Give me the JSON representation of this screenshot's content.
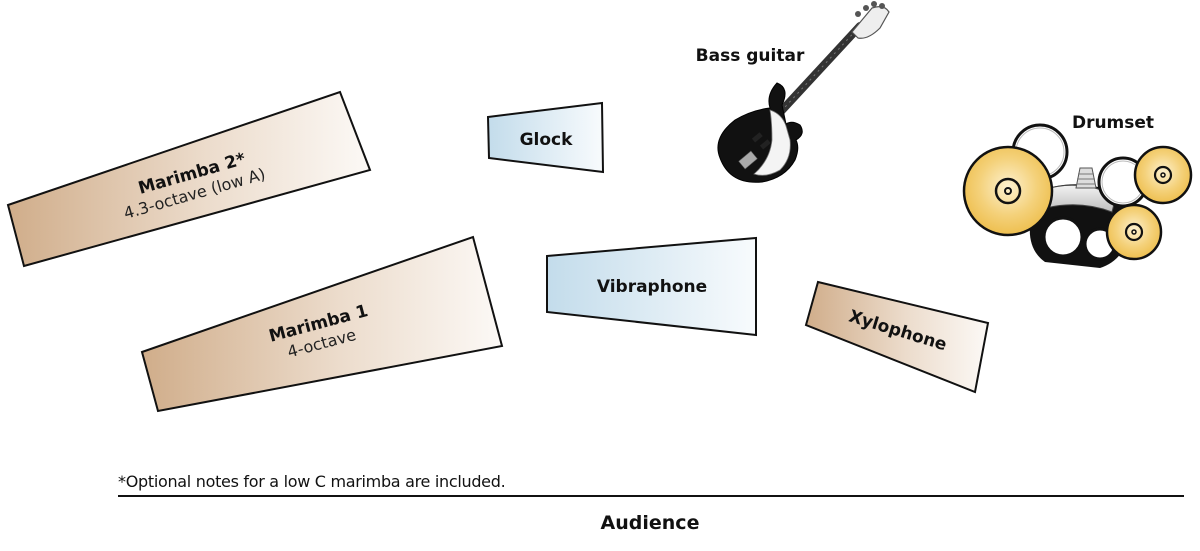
{
  "title": "Ensemble stage setup",
  "instruments": {
    "marimba2": {
      "name": "Marimba 2*",
      "detail": "4.3-octave (low A)"
    },
    "marimba1": {
      "name": "Marimba 1",
      "detail": "4-octave"
    },
    "glock": {
      "name": "Glock"
    },
    "vibraphone": {
      "name": "Vibraphone"
    },
    "xylophone": {
      "name": "Xylophone"
    },
    "bass_guitar": {
      "name": "Bass guitar"
    },
    "drumset": {
      "name": "Drumset"
    }
  },
  "footnote": "*Optional notes for a low C marimba are included.",
  "audience_label": "Audience",
  "colors": {
    "wood_dark": "#d2b08f",
    "wood_light": "#fbf8f5",
    "metal_dark": "#c4deec",
    "metal_light": "#f7fbfd",
    "cymbal": "#f1c65c",
    "outline": "#111111"
  }
}
